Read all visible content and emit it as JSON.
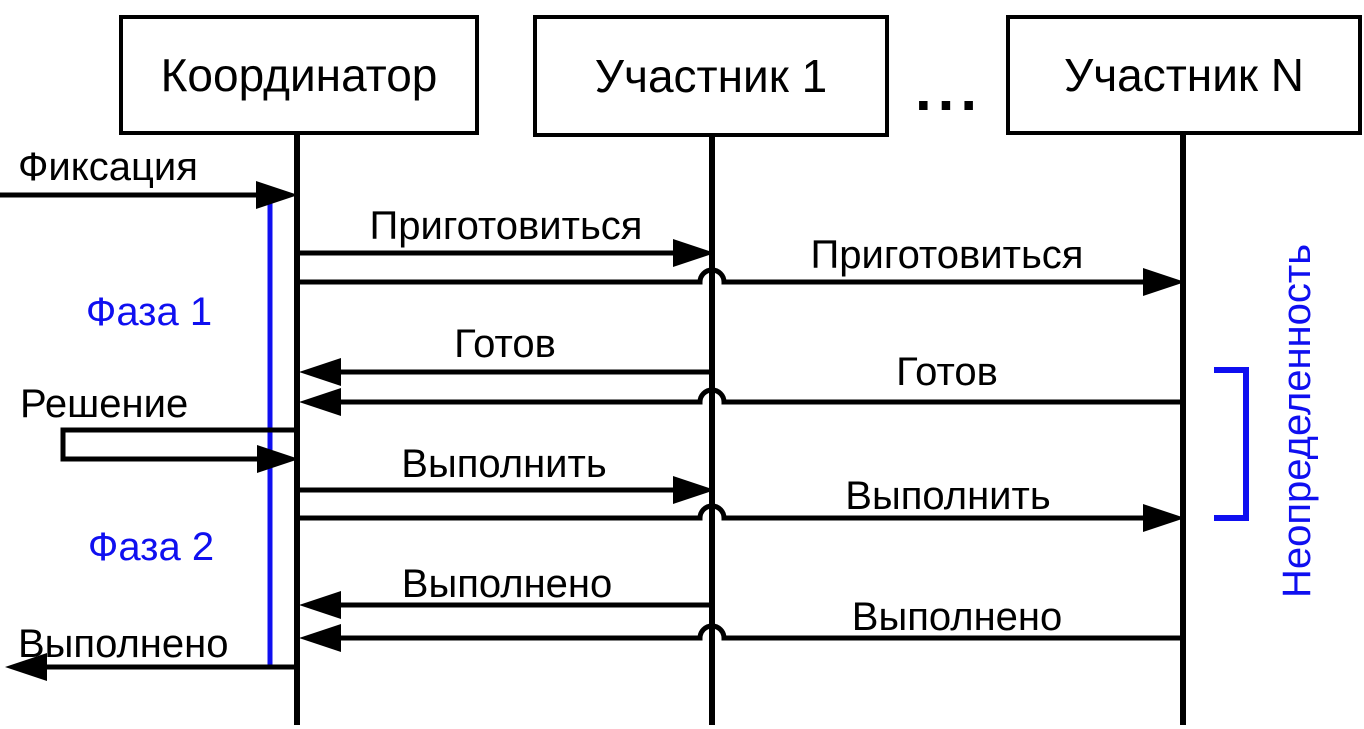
{
  "colors": {
    "ink": "#000000",
    "accent_blue": "#0f0ff0",
    "background": "#ffffff"
  },
  "actors": [
    {
      "label": "Координатор"
    },
    {
      "label": "Участник 1"
    },
    {
      "label": "Участник N"
    }
  ],
  "actors_ellipsis": "...",
  "external": {
    "inbound_label": "Фиксация",
    "outbound_label": "Выполнено"
  },
  "self_message": {
    "label": "Решение"
  },
  "messages": [
    {
      "label": "Приготовиться",
      "from": "Координатор",
      "to": "Участник 1"
    },
    {
      "label": "Приготовиться",
      "from": "Координатор",
      "to": "Участник N"
    },
    {
      "label": "Готов",
      "from": "Участник 1",
      "to": "Координатор"
    },
    {
      "label": "Готов",
      "from": "Участник N",
      "to": "Координатор"
    },
    {
      "label": "Выполнить",
      "from": "Координатор",
      "to": "Участник 1"
    },
    {
      "label": "Выполнить",
      "from": "Координатор",
      "to": "Участник N"
    },
    {
      "label": "Выполнено",
      "from": "Участник 1",
      "to": "Координатор"
    },
    {
      "label": "Выполнено",
      "from": "Участник N",
      "to": "Координатор"
    }
  ],
  "phases": [
    {
      "label": "Фаза 1"
    },
    {
      "label": "Фаза 2"
    }
  ],
  "uncertainty": {
    "label": "Неопределенность"
  }
}
